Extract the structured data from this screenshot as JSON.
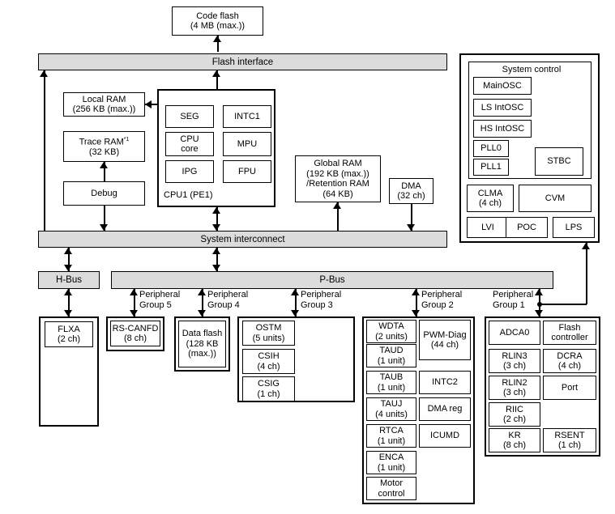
{
  "diagram": {
    "title_blocks": {
      "code_flash": "Code flash\n(4 MB (max.))",
      "flash_interface": "Flash interface",
      "system_interconnect": "System interconnect",
      "h_bus": "H-Bus",
      "p_bus": "P-Bus"
    },
    "cpu_cluster": {
      "label": "CPU1 (PE1)",
      "cells": [
        {
          "name": "SEG",
          "text": "SEG"
        },
        {
          "name": "INTC1",
          "text": "INTC1"
        },
        {
          "name": "CPU core",
          "text": "CPU\ncore"
        },
        {
          "name": "MPU",
          "text": "MPU"
        },
        {
          "name": "IPG",
          "text": "IPG"
        },
        {
          "name": "FPU",
          "text": "FPU"
        }
      ]
    },
    "memories": {
      "local_ram": "Local RAM\n(256 KB (max.))",
      "trace_ram_line1": "Trace RAM",
      "trace_ram_note": "*1",
      "trace_ram_line2": "(32 KB)",
      "debug": "Debug",
      "global_ram": "Global RAM\n(192 KB (max.))\n/Retention RAM\n(64 KB)",
      "dma": "DMA\n(32 ch)"
    },
    "system_control": {
      "title": "System control",
      "inner": [
        {
          "name": "MainOSC",
          "text": "MainOSC"
        },
        {
          "name": "LS IntOSC",
          "text": "LS IntOSC"
        },
        {
          "name": "HS IntOSC",
          "text": "HS IntOSC"
        },
        {
          "name": "PLL0",
          "text": "PLL0"
        },
        {
          "name": "PLL1",
          "text": "PLL1"
        },
        {
          "name": "STBC",
          "text": "STBC"
        }
      ],
      "outer": [
        {
          "name": "CLMA",
          "text": "CLMA\n(4 ch)"
        },
        {
          "name": "CVM",
          "text": "CVM"
        },
        {
          "name": "LVI",
          "text": "LVI"
        },
        {
          "name": "POC",
          "text": "POC"
        },
        {
          "name": "LPS",
          "text": "LPS"
        }
      ]
    },
    "peripheral_group_labels": [
      "Peripheral\nGroup 5",
      "Peripheral\nGroup 4",
      "Peripheral\nGroup 3",
      "Peripheral\nGroup 2",
      "Peripheral\nGroup 1"
    ],
    "peripherals": {
      "flxa": "FLXA\n(2 ch)",
      "rs_canfd": "RS-CANFD\n(8 ch)",
      "data_flash": "Data flash\n(128 KB\n(max.))",
      "group3": [
        {
          "name": "OSTM",
          "text": "OSTM\n(5 units)"
        },
        {
          "name": "CSIH",
          "text": "CSIH\n(4 ch)"
        },
        {
          "name": "CSIG",
          "text": "CSIG\n(1 ch)"
        }
      ],
      "group2_left": [
        {
          "name": "WDTA",
          "text": "WDTA\n(2 units)"
        },
        {
          "name": "TAUD",
          "text": "TAUD\n(1 unit)"
        },
        {
          "name": "TAUB",
          "text": "TAUB\n(1 unit)"
        },
        {
          "name": "TAUJ",
          "text": "TAUJ\n(4 units)"
        },
        {
          "name": "RTCA",
          "text": "RTCA\n(1 unit)"
        },
        {
          "name": "ENCA",
          "text": "ENCA\n(1 unit)"
        },
        {
          "name": "Motor control",
          "text": "Motor\ncontrol"
        }
      ],
      "group2_right": [
        {
          "name": "PWM-Diag",
          "text": "PWM-Diag\n(44 ch)"
        },
        {
          "name": "INTC2",
          "text": "INTC2"
        },
        {
          "name": "DMA reg",
          "text": "DMA reg"
        },
        {
          "name": "ICUMD",
          "text": "ICUMD"
        }
      ],
      "group1_left": [
        {
          "name": "ADCA0",
          "text": "ADCA0"
        },
        {
          "name": "RLIN3",
          "text": "RLIN3\n(3 ch)"
        },
        {
          "name": "RLIN2",
          "text": "RLIN2\n(3 ch)"
        },
        {
          "name": "RIIC",
          "text": "RIIC\n(2 ch)"
        },
        {
          "name": "KR",
          "text": "KR\n(8 ch)"
        }
      ],
      "group1_right": [
        {
          "name": "Flash controller",
          "text": "Flash\ncontroller"
        },
        {
          "name": "DCRA",
          "text": "DCRA\n(4 ch)"
        },
        {
          "name": "Port",
          "text": "Port"
        },
        {
          "name": "RSENT",
          "text": "RSENT\n(1 ch)"
        }
      ]
    }
  }
}
